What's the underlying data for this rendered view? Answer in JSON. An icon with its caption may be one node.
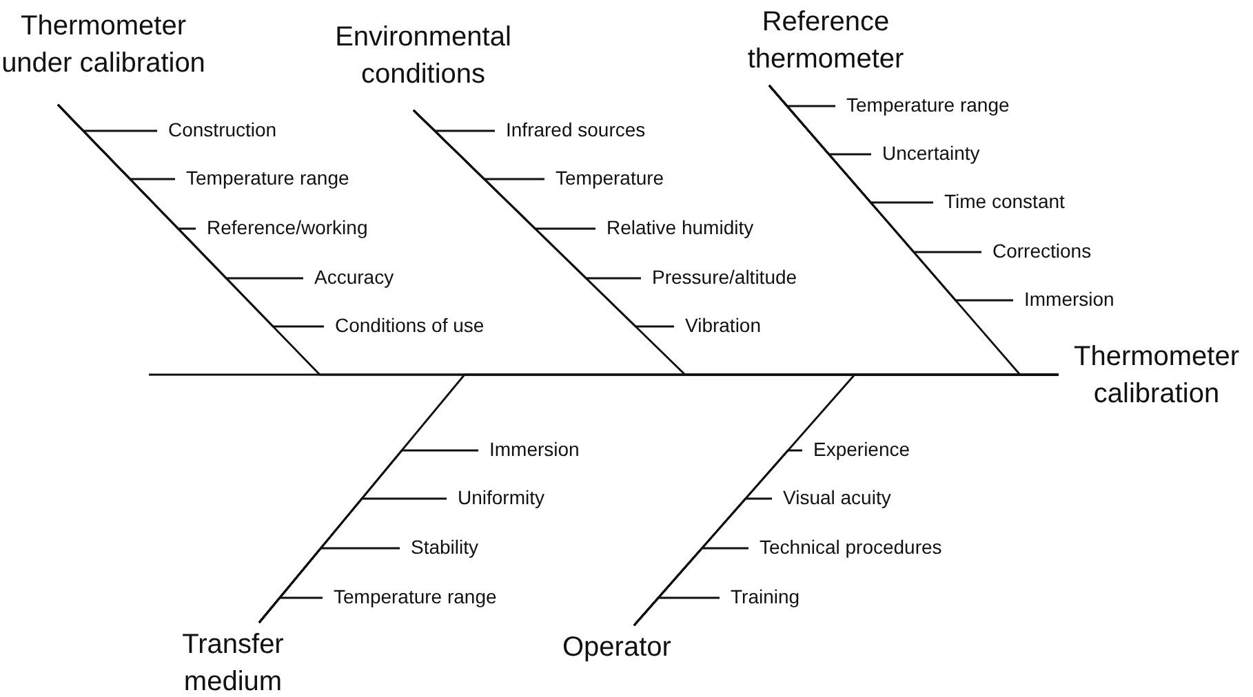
{
  "diagram": {
    "nodes": [
      {
        "text": [
          "Thermometer under calibration"
        ]
      },
      {
        "text": [
          "Construction"
        ]
      },
      {
        "text": [
          "Temperature range"
        ]
      },
      {
        "text": [
          "Reference/working"
        ]
      },
      {
        "text": [
          "Accuracy"
        ]
      },
      {
        "text": [
          "Conditions of use"
        ]
      },
      {
        "text": [
          "Environmental conditions"
        ]
      },
      {
        "text": [
          "Infrared sources"
        ]
      },
      {
        "text": [
          "Temperature"
        ]
      },
      {
        "text": [
          "Relative humidity"
        ]
      },
      {
        "text": [
          "Pressure/altitude"
        ]
      },
      {
        "text": [
          "Vibration"
        ]
      },
      {
        "text": [
          "Reference thermometer"
        ]
      },
      {
        "text": [
          "Temperature range"
        ]
      },
      {
        "text": [
          "Uncertainty"
        ]
      },
      {
        "text": [
          "Time constant"
        ]
      },
      {
        "text": [
          "Corrections"
        ]
      },
      {
        "text": [
          "Immersion"
        ]
      },
      {
        "text": [
          "Thermometer calibration"
        ]
      },
      {
        "text": [
          "Transfer medium"
        ]
      },
      {
        "text": [
          "Immersion"
        ]
      },
      {
        "text": [
          "Uniformity"
        ]
      },
      {
        "text": [
          "Stability"
        ]
      },
      {
        "text": [
          "Temperature range"
        ]
      },
      {
        "text": [
          "Operator"
        ]
      },
      {
        "text": [
          "Experience"
        ]
      },
      {
        "text": [
          "Visual acuity"
        ]
      },
      {
        "text": [
          "Technical procedures"
        ]
      },
      {
        "text": [
          "Training"
        ]
      }
    ],
    "edges": [
      {
        "from": 1,
        "to": 0,
        "arrow": "none"
      },
      {
        "from": 2,
        "to": 0,
        "arrow": "none"
      },
      {
        "from": 3,
        "to": 0,
        "arrow": "none"
      },
      {
        "from": 4,
        "to": 0,
        "arrow": "none"
      },
      {
        "from": 5,
        "to": 0,
        "arrow": "none"
      },
      {
        "from": 7,
        "to": 6,
        "arrow": "none"
      },
      {
        "from": 8,
        "to": 6,
        "arrow": "none"
      },
      {
        "from": 9,
        "to": 6,
        "arrow": "none"
      },
      {
        "from": 10,
        "to": 6,
        "arrow": "none"
      },
      {
        "from": 11,
        "to": 6,
        "arrow": "none"
      },
      {
        "from": 13,
        "to": 12,
        "arrow": "none"
      },
      {
        "from": 14,
        "to": 12,
        "arrow": "none"
      },
      {
        "from": 15,
        "to": 12,
        "arrow": "none"
      },
      {
        "from": 16,
        "to": 12,
        "arrow": "none"
      },
      {
        "from": 17,
        "to": 12,
        "arrow": "none"
      },
      {
        "from": 20,
        "to": 19,
        "arrow": "none"
      },
      {
        "from": 21,
        "to": 19,
        "arrow": "none"
      },
      {
        "from": 22,
        "to": 19,
        "arrow": "none"
      },
      {
        "from": 23,
        "to": 19,
        "arrow": "none"
      },
      {
        "from": 25,
        "to": 24,
        "arrow": "none"
      },
      {
        "from": 26,
        "to": 24,
        "arrow": "none"
      },
      {
        "from": 27,
        "to": 24,
        "arrow": "none"
      },
      {
        "from": 28,
        "to": 24,
        "arrow": "none"
      },
      {
        "from": 0,
        "to": 18,
        "arrow": "none"
      },
      {
        "from": 6,
        "to": 18,
        "arrow": "none"
      },
      {
        "from": 12,
        "to": 18,
        "arrow": "none"
      },
      {
        "from": 19,
        "to": 18,
        "arrow": "none"
      },
      {
        "from": 24,
        "to": 18,
        "arrow": "none"
      }
    ]
  }
}
